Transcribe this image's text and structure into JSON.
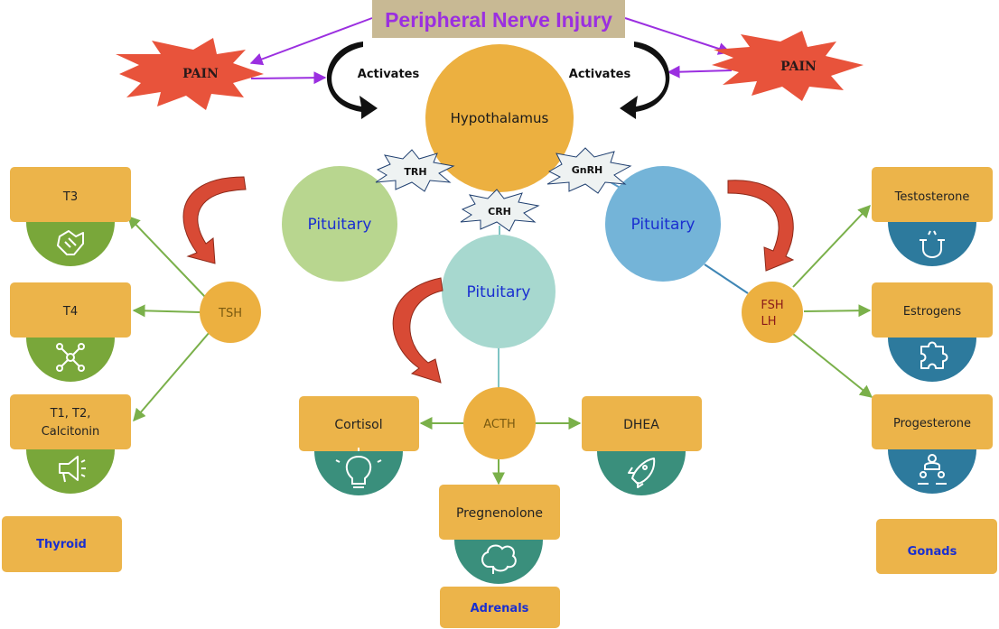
{
  "title": "Peripheral Nerve Injury",
  "pain_left": "PAIN",
  "pain_right": "PAIN",
  "activates_left": "Activates",
  "activates_right": "Activates",
  "hypothalamus": "Hypothalamus",
  "releasing_hormones": {
    "trh": "TRH",
    "crh": "CRH",
    "gnrh": "GnRH"
  },
  "pituitary_left": "Pituitary",
  "pituitary_center": "Pituitary",
  "pituitary_right": "Pituitary",
  "thyroid_branch": {
    "hub": "TSH",
    "t3": "T3",
    "t4": "T4",
    "t1_line1": "T1, T2,",
    "t1_line2": "Calcitonin",
    "label": "Thyroid"
  },
  "adrenal_branch": {
    "hub": "ACTH",
    "cortisol": "Cortisol",
    "dhea": "DHEA",
    "pregnenolone": "Pregnenolone",
    "label": "Adrenals"
  },
  "gonad_branch": {
    "hub_line1": "FSH",
    "hub_line2": "LH",
    "testosterone": "Testosterone",
    "estrogens": "Estrogens",
    "progesterone": "Progesterone",
    "label": "Gonads"
  },
  "colors": {
    "box": "#ecb44a",
    "hub": "#ecb040",
    "green": "#79a73a",
    "teal": "#3a8f7c",
    "blue": "#2d7a9d",
    "purple": "#9b2fe0",
    "pain": "#e8533b",
    "curl": "#d84a35",
    "arrow": "#7ab04a"
  }
}
